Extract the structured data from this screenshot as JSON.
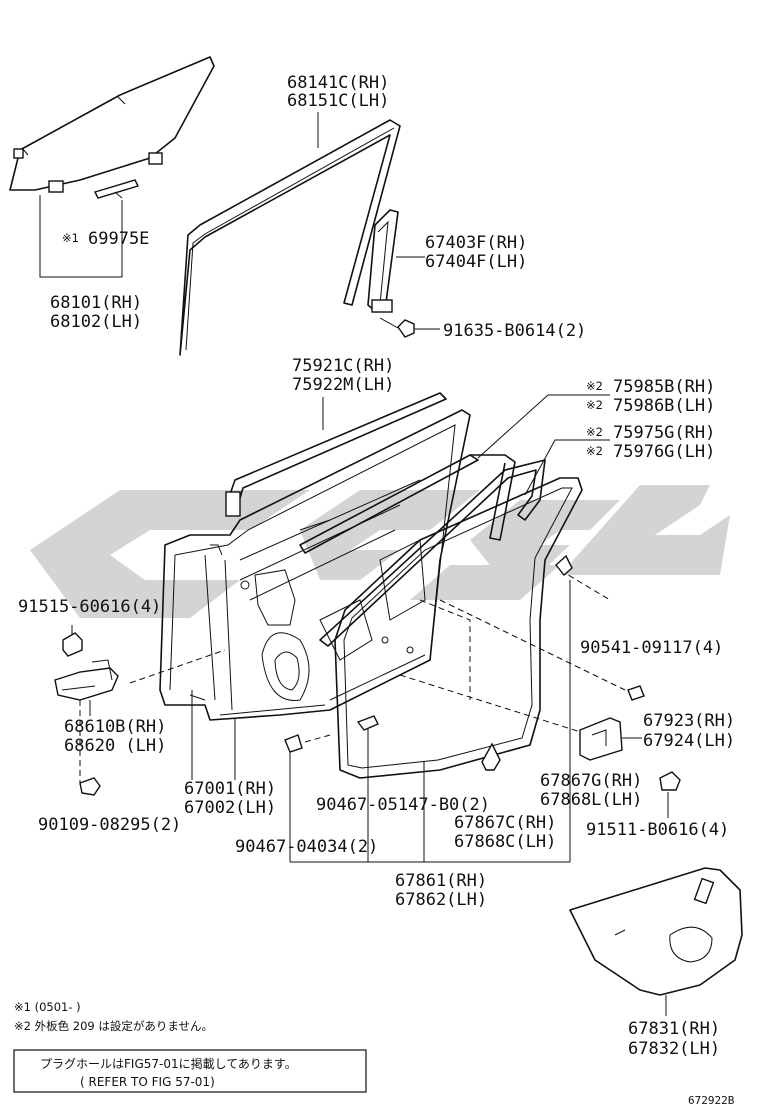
{
  "watermark": {
    "color": "#d4d4d4"
  },
  "labels": {
    "p68141": "68141C(RH)",
    "p68151": "68151C(LH)",
    "p69975": "69975E",
    "p69975_mark": "※1",
    "p68101": "68101(RH)",
    "p68102": "68102(LH)",
    "p67403": "67403F(RH)",
    "p67404": "67404F(LH)",
    "p91635": "91635-B0614(2)",
    "p75921": "75921C(RH)",
    "p75922": "75922M(LH)",
    "p75985": "75985B(RH)",
    "p75986": "75986B(LH)",
    "p75975": "75975G(RH)",
    "p75976": "75976G(LH)",
    "mark2": "※2",
    "p91515": "91515-60616(4)",
    "p90541": "90541-09117(4)",
    "p68610": "68610B(RH)",
    "p68620": "68620 (LH)",
    "p67923": "67923(RH)",
    "p67924": "67924(LH)",
    "p67001": "67001(RH)",
    "p67002": "67002(LH)",
    "p67867g": "67867G(RH)",
    "p67868l": "67868L(LH)",
    "p90109": "90109-08295(2)",
    "p90467a": "90467-05147-B0(2)",
    "p67867c": "67867C(RH)",
    "p67868c": "67868C(LH)",
    "p91511": "91511-B0616(4)",
    "p90467b": "90467-04034(2)",
    "p67861": "67861(RH)",
    "p67862": "67862(LH)",
    "p67831": "67831(RH)",
    "p67832": "67832(LH)"
  },
  "notes": {
    "n1": "※1 (0501-      )",
    "n2": "※2 外板色 209 は設定がありません。"
  },
  "reference": {
    "line1": "プラグホールはFIG57-01に掲載してあります。",
    "line2": "( REFER TO FIG  57-01)"
  },
  "figure_id": "672922B"
}
